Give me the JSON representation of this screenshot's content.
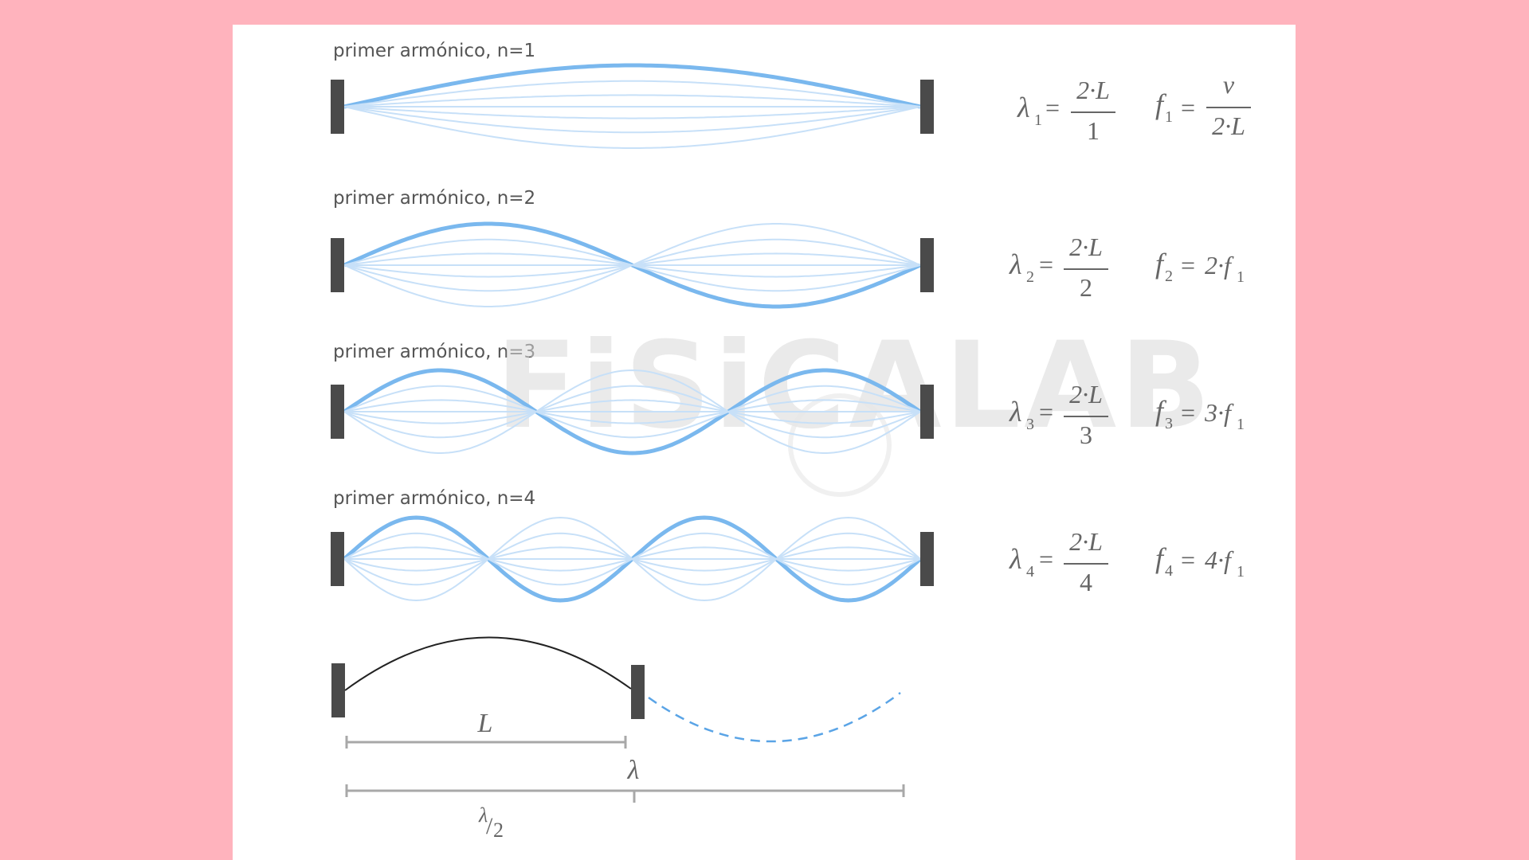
{
  "diagram": {
    "watermark": "FiSiCALAB",
    "harmonics": [
      {
        "n": 1,
        "label": "primer armónico, n=1",
        "lambda_sub": "1",
        "lambda_num": "2·L",
        "lambda_den": "1",
        "f_sub": "1",
        "f_rhs_num": "v",
        "f_rhs_den": "2·L"
      },
      {
        "n": 2,
        "label": "primer armónico, n=2",
        "lambda_sub": "2",
        "lambda_num": "2·L",
        "lambda_den": "2",
        "f_sub": "2",
        "f_rhs": "2·f",
        "f_rhs_sub": "1"
      },
      {
        "n": 3,
        "label": "primer armónico, n=3",
        "lambda_sub": "3",
        "lambda_num": "2·L",
        "lambda_den": "3",
        "f_sub": "3",
        "f_rhs": "3·f",
        "f_rhs_sub": "1"
      },
      {
        "n": 4,
        "label": "primer armónico, n=4",
        "lambda_sub": "4",
        "lambda_num": "2·L",
        "lambda_den": "4",
        "f_sub": "4",
        "f_rhs": "4·f",
        "f_rhs_sub": "1"
      }
    ],
    "symbols": {
      "lambda": "λ",
      "equals": "=",
      "f": "f",
      "L": "L",
      "half_num": "λ",
      "half_slash": "/",
      "half_den": "2"
    },
    "colors": {
      "wave": "#7ab8ee",
      "wave_faint": "#c7e0f8",
      "clamp": "#4a4a4a",
      "dimension": "#a8a8a8",
      "formula": "#666666"
    }
  }
}
